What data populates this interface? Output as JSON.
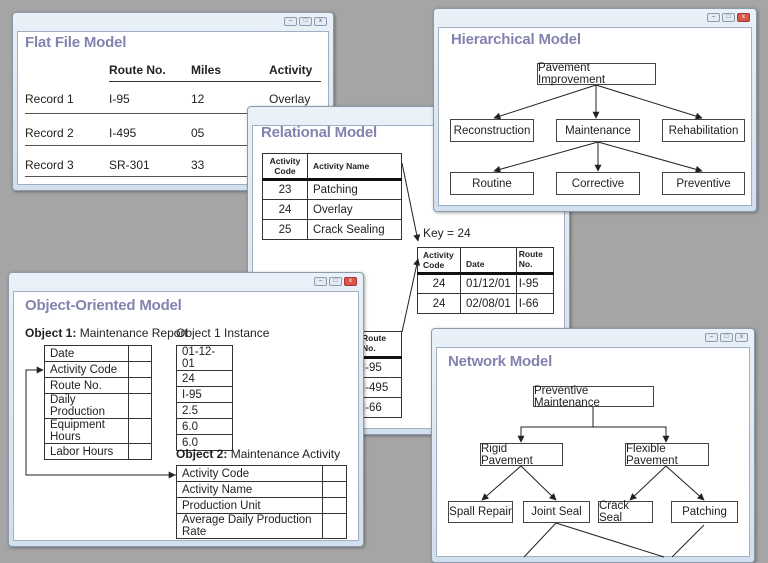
{
  "flat": {
    "title": "Flat File Model",
    "headers": [
      "Route No.",
      "Miles",
      "Activity"
    ],
    "rows": [
      {
        "label": "Record 1",
        "route": "I-95",
        "miles": "12",
        "activity": "Overlay"
      },
      {
        "label": "Record 2",
        "route": "I-495",
        "miles": "05",
        "activity": ""
      },
      {
        "label": "Record 3",
        "route": "SR-301",
        "miles": "33",
        "activity": ""
      }
    ]
  },
  "relational": {
    "title": "Relational Model",
    "table1": {
      "headers": [
        "Activity Code",
        "Activity Name"
      ],
      "rows": [
        [
          "23",
          "Patching"
        ],
        [
          "24",
          "Overlay"
        ],
        [
          "25",
          "Crack Sealing"
        ]
      ]
    },
    "key": "Key = 24",
    "table2": {
      "headers": [
        "Activity Code",
        "Date",
        "Route No."
      ],
      "rows": [
        [
          "24",
          "01/12/01",
          "I-95"
        ],
        [
          "24",
          "02/08/01",
          "I-66"
        ]
      ]
    },
    "table3": {
      "header": "Route No.",
      "rows": [
        "I-95",
        "I-495",
        "I-66"
      ]
    }
  },
  "hierarchical": {
    "title": "Hierarchical Model",
    "root": "Pavement Improvement",
    "level1": [
      "Reconstruction",
      "Maintenance",
      "Rehabilitation"
    ],
    "level2": [
      "Routine",
      "Corrective",
      "Preventive"
    ]
  },
  "object": {
    "title": "Object-Oriented Model",
    "obj1_bold": "Object 1:",
    "obj1_name": "Maintenance Report",
    "instance_label": "Object 1 Instance",
    "obj1_fields": [
      "Date",
      "Activity Code",
      "Route No.",
      "Daily Production",
      "Equipment Hours",
      "Labor Hours"
    ],
    "instance_values": [
      "01-12-01",
      "24",
      "I-95",
      "2.5",
      "6.0",
      "6.0"
    ],
    "obj2_bold": "Object 2:",
    "obj2_name": "Maintenance Activity",
    "obj2_fields": [
      "Activity Code",
      "Activity Name",
      "Production Unit",
      "Average Daily Production Rate"
    ]
  },
  "network": {
    "title": "Network Model",
    "root": "Preventive Maintenance",
    "level1": [
      "Rigid Pavement",
      "Flexible Pavement"
    ],
    "level2": [
      "Spall Repair",
      "Joint Seal",
      "Crack Seal",
      "Patching"
    ]
  },
  "window_buttons": {
    "minimize": "–",
    "maximize": "□",
    "close": "x"
  },
  "colors": {
    "background": "#a5a5a5",
    "title": "#8383b0",
    "close_red": "#d8574a"
  }
}
